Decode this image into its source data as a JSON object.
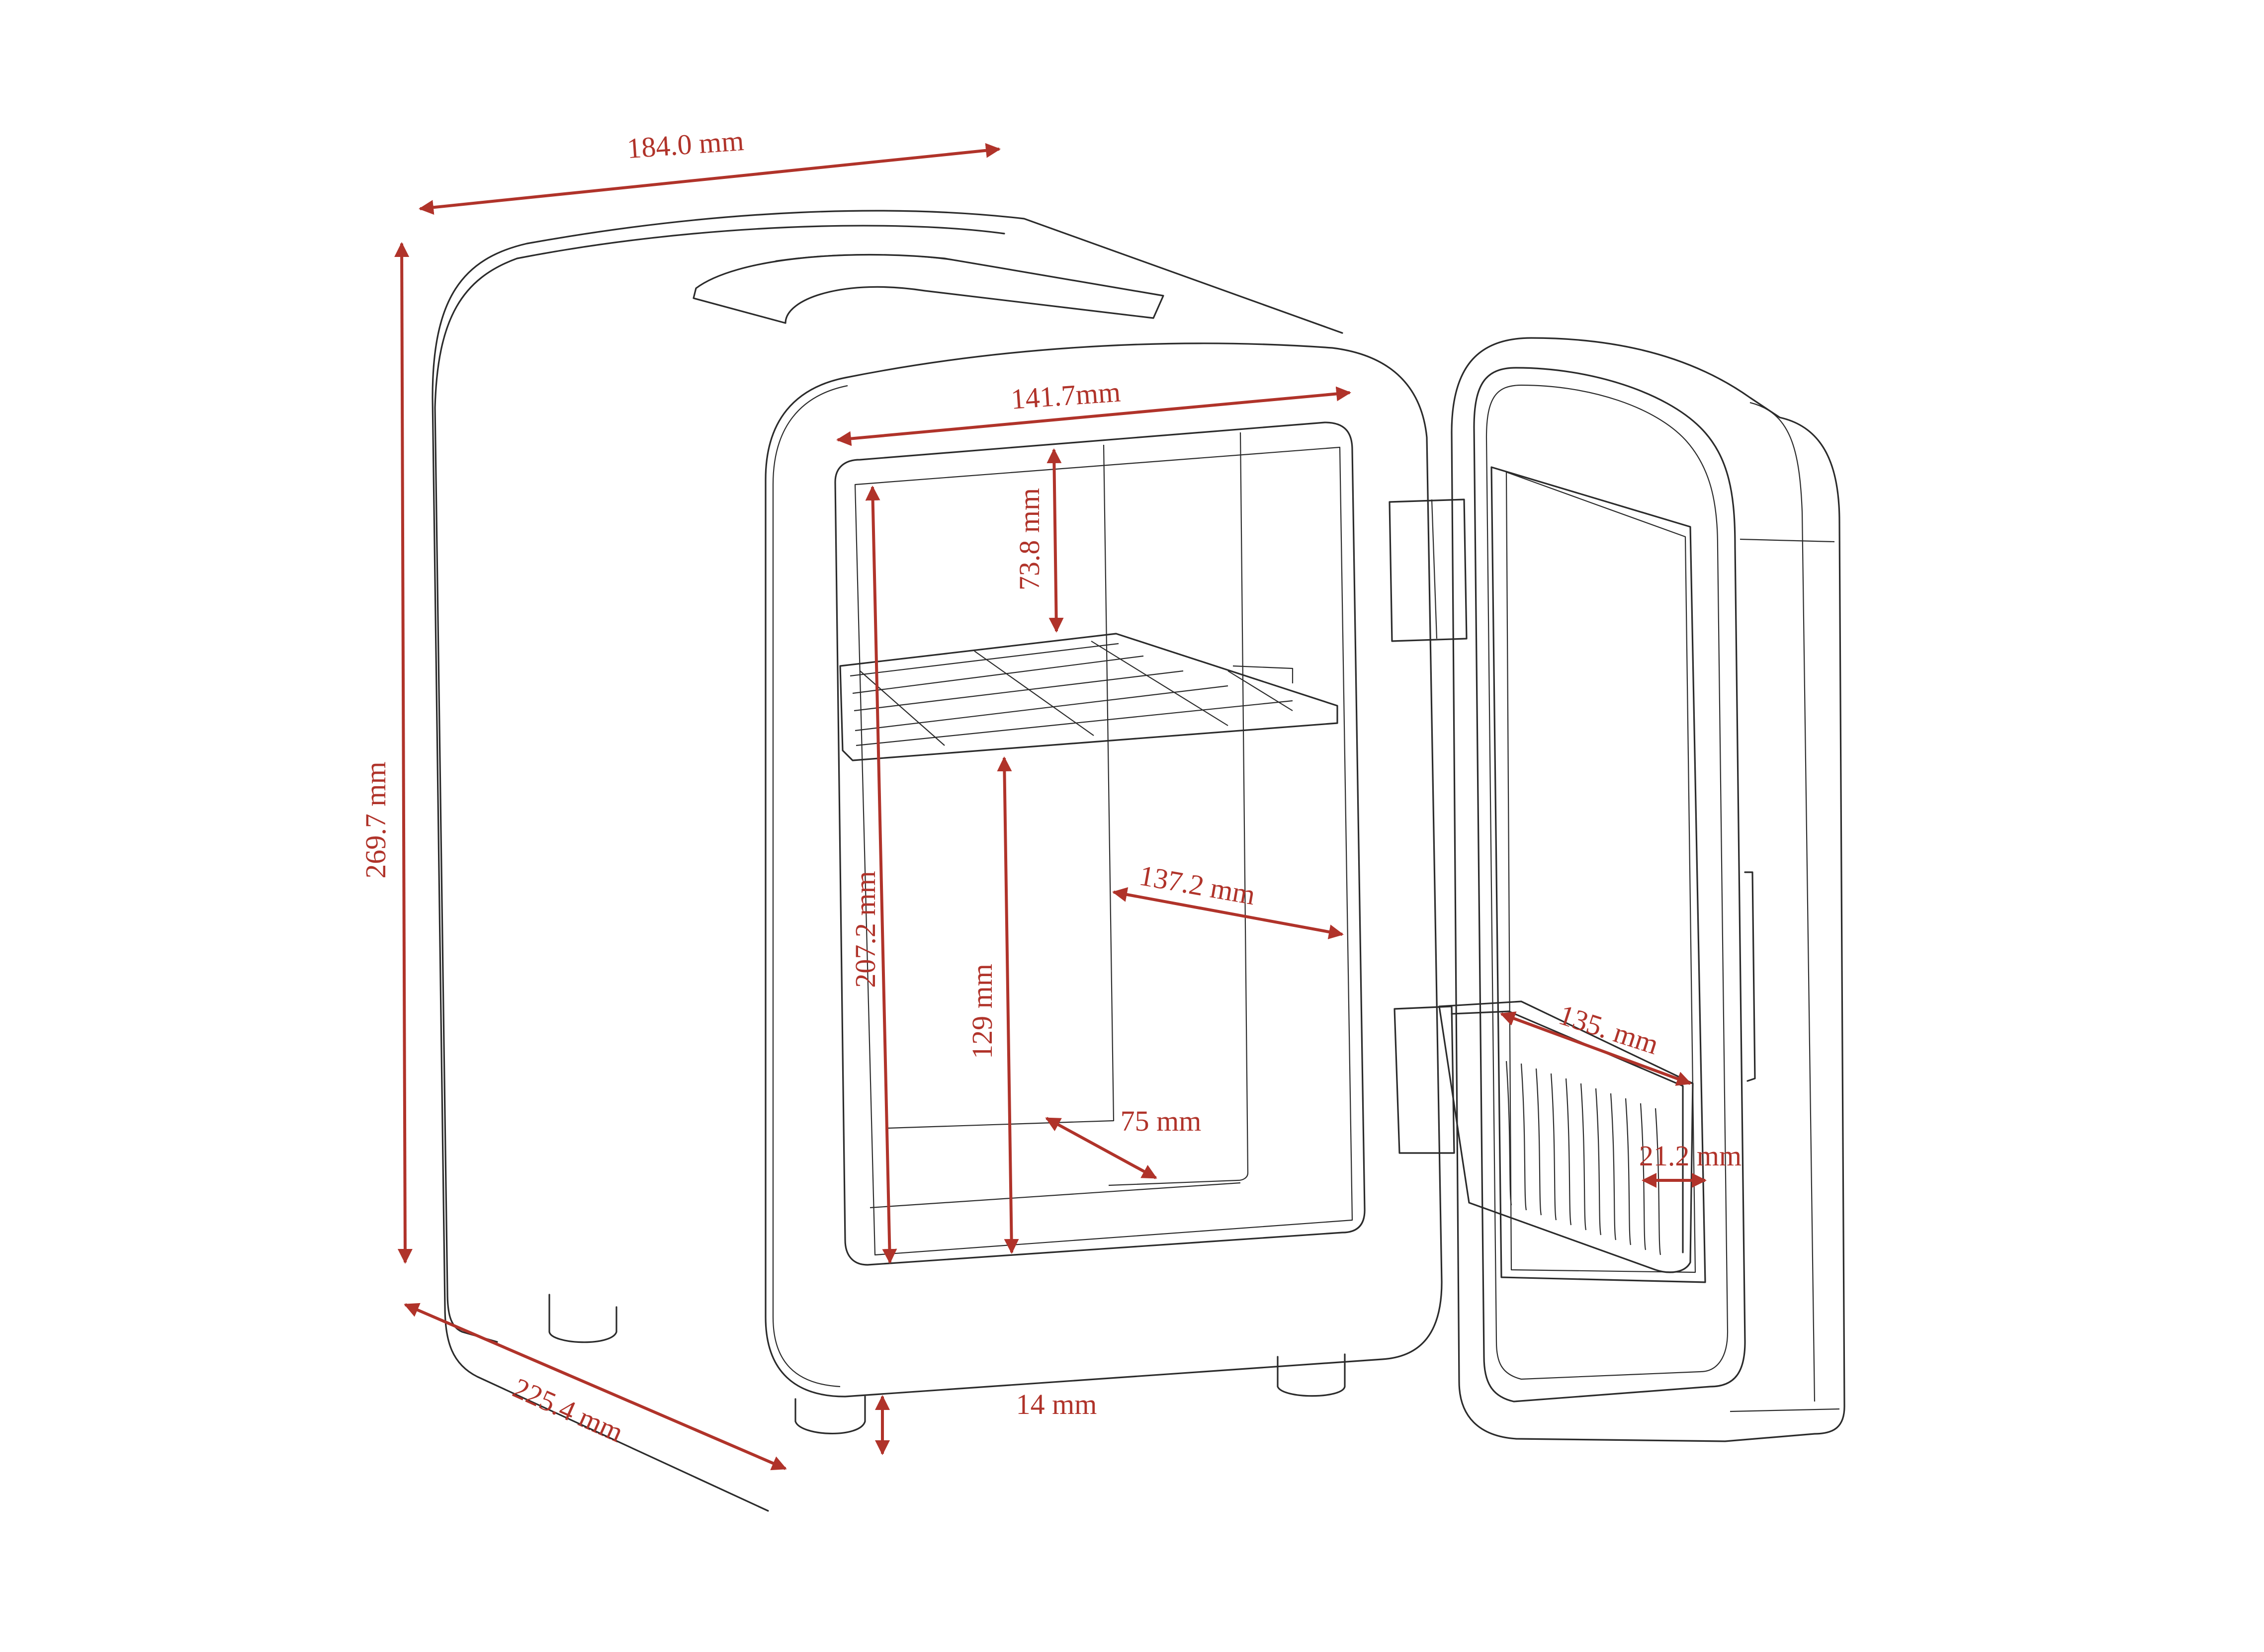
{
  "dimension_color": "#b0332a",
  "outline_color": "#2b2b2b",
  "dimensions": {
    "top_width": "184.0 mm",
    "height": "269.7  mm",
    "depth": "225.4 mm",
    "inner_width": "141.7mm",
    "upper_compartment": "73.8 mm",
    "inner_height": "207.2 mm",
    "lower_compartment": "129 mm",
    "inner_depth": "137.2 mm",
    "back_step": "75 mm",
    "door_shelf_width": "135. mm",
    "door_shelf_depth": "21.2 mm",
    "foot_height": "14 mm"
  }
}
